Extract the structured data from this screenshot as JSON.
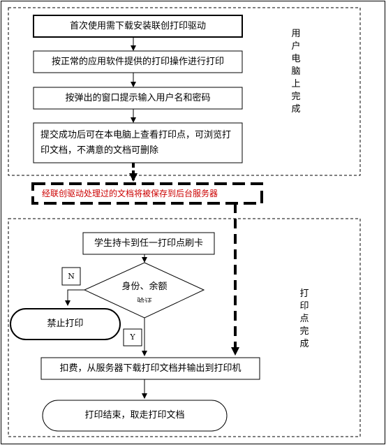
{
  "diagram": {
    "top_steps": [
      "首次使用需下载安装联创打印驱动",
      "按正常的应用软件提供的打印操作进行打印",
      "按弹出的窗口提示输入用户名和密码",
      "提交成功后可在本电脑上查看打印点，可浏览打印文档，不满意的文档可删除"
    ],
    "top_region_label": "用户电脑上完成",
    "server_note": "经联创驱动处理过的文档将被保存到后台服务器",
    "bottom_region_label": "打印点完成",
    "swipe_card": "学生持卡到任一打印点刷卡",
    "decision": "身份、余额",
    "decision_sub": "验证",
    "no_label": "N",
    "yes_label": "Y",
    "forbidden": "禁止打印",
    "charge": "扣费，从服务器下载打印文档并输出到打印机",
    "end": "打印结束，取走打印文档"
  },
  "colors": {
    "line": "#000000",
    "note_text": "#cc0000",
    "background": "#ffffff"
  }
}
